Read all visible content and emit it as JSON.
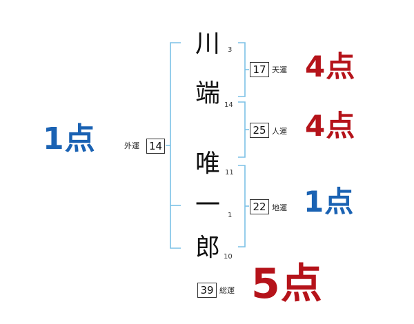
{
  "name_chars": [
    {
      "char": "川",
      "strokes": "3"
    },
    {
      "char": "端",
      "strokes": "14"
    },
    {
      "char": "唯",
      "strokes": "11"
    },
    {
      "char": "一",
      "strokes": "1"
    },
    {
      "char": "郎",
      "strokes": "10"
    }
  ],
  "fortunes": {
    "tenkaku": {
      "label": "天運",
      "value": "17",
      "score": "4点"
    },
    "jinkaku": {
      "label": "人運",
      "value": "25",
      "score": "4点"
    },
    "chikaku": {
      "label": "地運",
      "value": "22",
      "score": "1点"
    },
    "gaikaku": {
      "label": "外運",
      "value": "14",
      "score": "1点"
    },
    "soukaku": {
      "label": "総運",
      "value": "39",
      "score": "5点"
    }
  },
  "colors": {
    "bracket": "#7cc1e6",
    "score_red": "#b5131a",
    "score_blue": "#1a62b3"
  }
}
